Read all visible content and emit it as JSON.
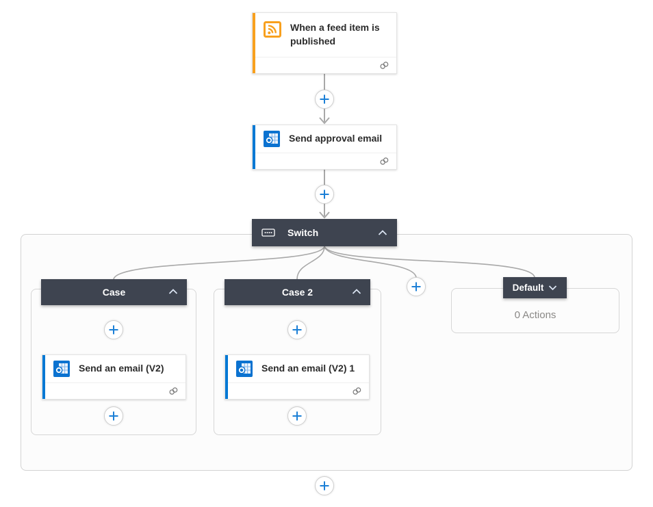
{
  "app": "flow-designer-canvas",
  "trigger": {
    "title": "When a feed item is published",
    "icon": "rss-icon",
    "accent_color": "#F8A01E",
    "footer_icon": "connection-link-icon"
  },
  "approval_action": {
    "title": "Send approval email",
    "icon": "outlook-icon",
    "accent_color": "#0078D4",
    "footer_icon": "connection-link-icon"
  },
  "switch_scope": {
    "label": "Switch",
    "icon": "switch-keypad-icon",
    "chevron": "up",
    "header_color": "#3E4450"
  },
  "cases": [
    {
      "label": "Case",
      "chevron": "up",
      "card": {
        "title": "Send an email (V2)",
        "icon": "outlook-icon",
        "accent_color": "#0078D4",
        "footer_icon": "connection-link-icon"
      }
    },
    {
      "label": "Case 2",
      "chevron": "up",
      "card": {
        "title": "Send an email (V2) 1",
        "icon": "outlook-icon",
        "accent_color": "#0078D4",
        "footer_icon": "connection-link-icon"
      }
    }
  ],
  "default_branch": {
    "label": "Default",
    "chevron": "down",
    "body": "0 Actions"
  },
  "colors": {
    "plus": "#1B7FD6",
    "connector": "#A8A8A8",
    "scope_header": "#3E4450",
    "trigger_accent": "#F8A01E",
    "action_accent": "#0078D4",
    "scope_background": "#FCFCFC"
  }
}
